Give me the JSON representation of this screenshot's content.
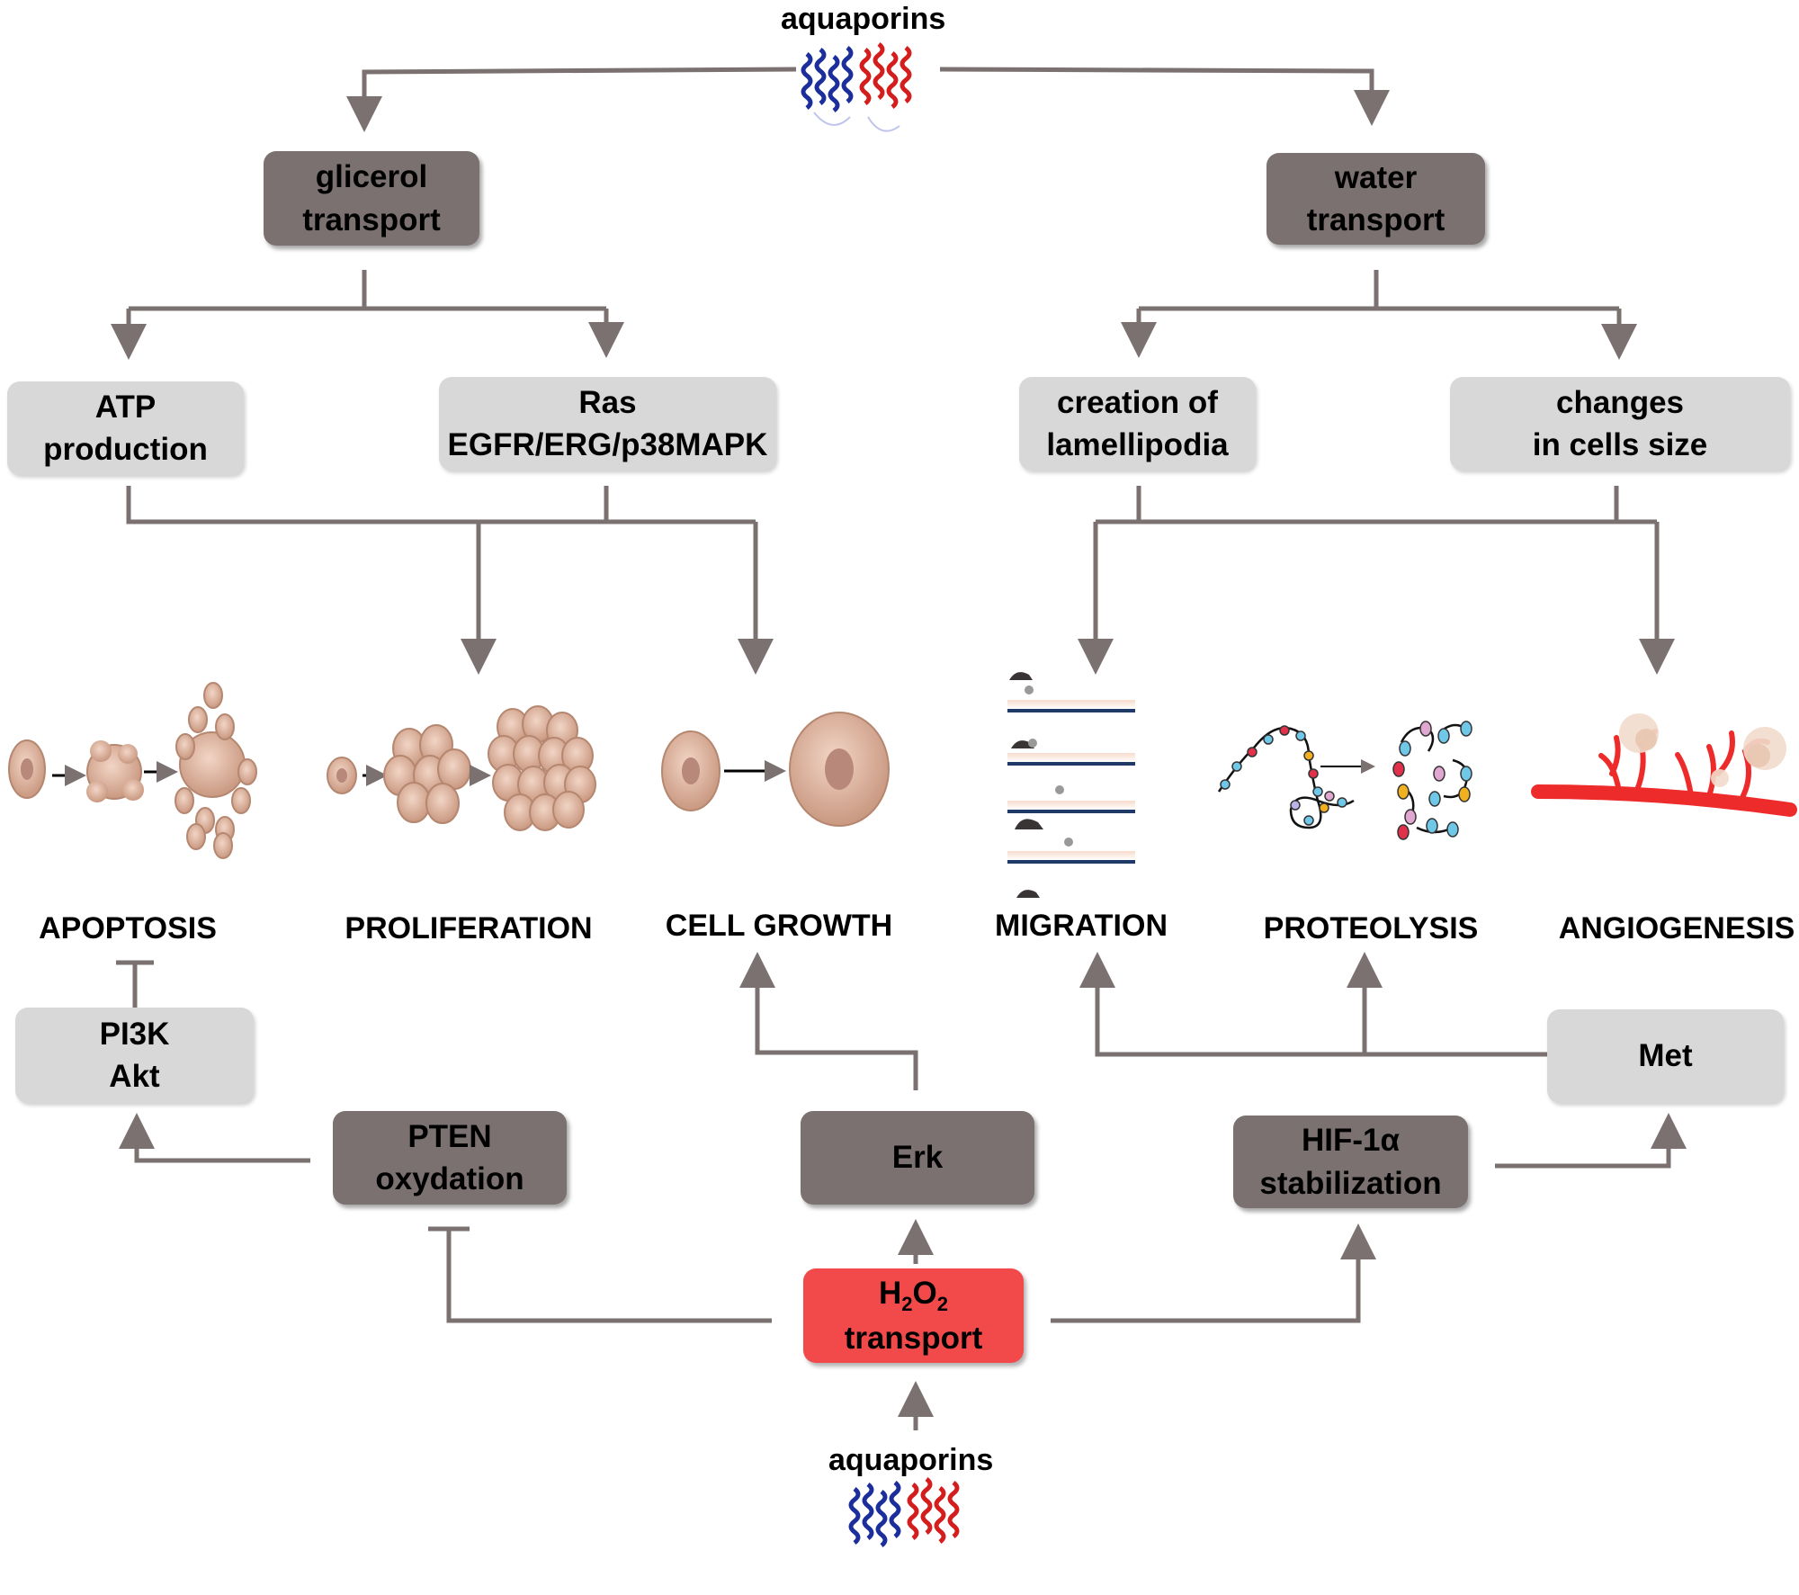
{
  "top": {
    "aquaporins_label": "aquaporins"
  },
  "bottom": {
    "aquaporins_label": "aquaporins"
  },
  "nodes": {
    "glicerol_transport": [
      "glicerol",
      "transport"
    ],
    "water_transport": [
      "water",
      "transport"
    ],
    "atp_production": [
      "ATP",
      "production"
    ],
    "ras": [
      "Ras",
      "EGFR/ERG/p38MAPK"
    ],
    "lamellipodia": [
      "creation of",
      "lamellipodia"
    ],
    "cell_size": [
      "changes",
      "in cells size"
    ],
    "pi3k": [
      "PI3K",
      "Akt"
    ],
    "pten": [
      "PTEN",
      "oxydation"
    ],
    "erk": [
      "Erk"
    ],
    "hif": [
      "HIF-1α",
      "stabilization"
    ],
    "met": [
      "Met"
    ],
    "h2o2_main": "H",
    "h2o2_sub1": "2",
    "h2o2_mid": "O",
    "h2o2_sub2": "2",
    "h2o2_line2": "transport"
  },
  "outcomes": {
    "apoptosis": "APOPTOSIS",
    "proliferation": "PROLIFERATION",
    "cell_growth": "CELL GROWTH",
    "migration": "MIGRATION",
    "proteolysis": "PROTEOLYSIS",
    "angiogenesis": "ANGIOGENESIS"
  },
  "colors": {
    "arrow": "#7a7170",
    "dark_box": "#7a7170",
    "light_box": "#d9d8d8",
    "h2o2_box": "#f24a4a",
    "cell_fill": "#e3b9a6",
    "vessel": "#ee2b2b"
  },
  "icons": [
    "aquaporin-protein-icon",
    "cell-icon",
    "vessel-icon",
    "protein-chain-icon",
    "migrating-cell-icon"
  ]
}
